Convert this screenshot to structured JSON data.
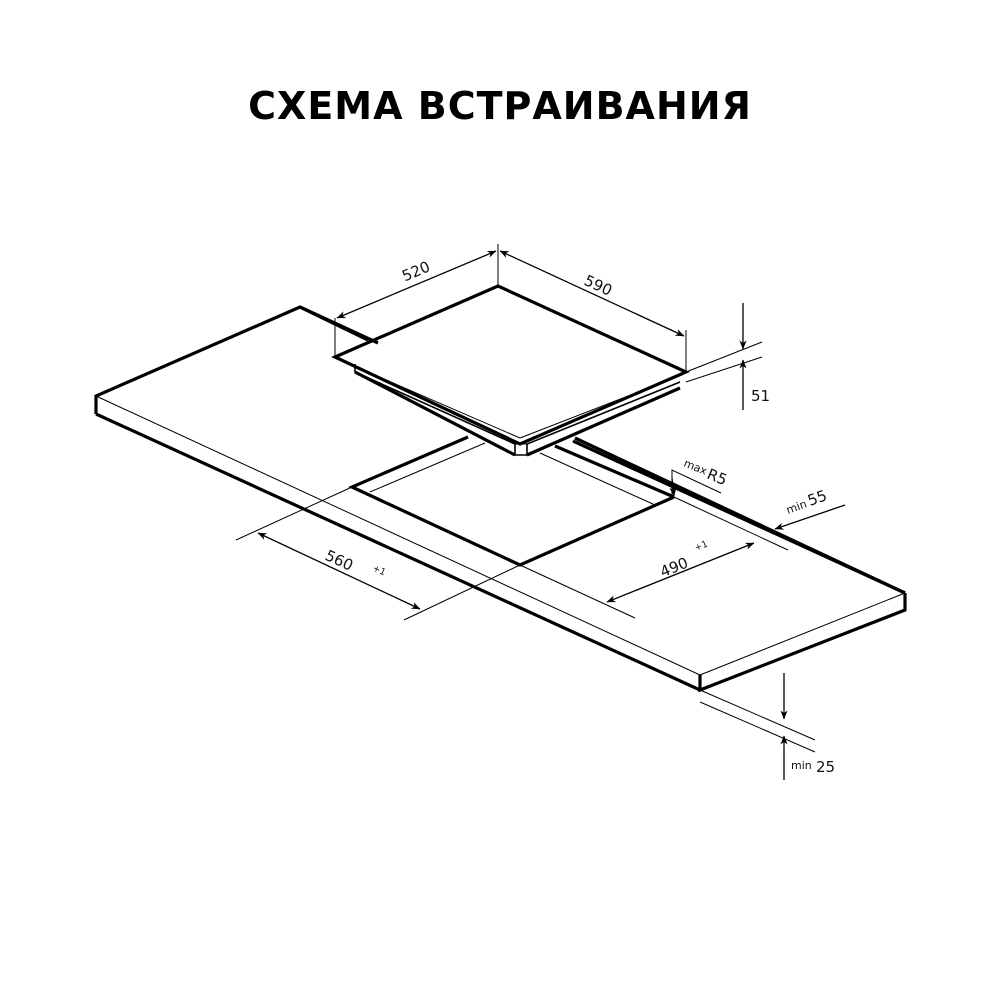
{
  "title": "СХЕМА ВСТРАИВАНИЯ",
  "dimensions": {
    "hob_depth": "520",
    "hob_width": "590",
    "hob_height": "51",
    "corner_radius_prefix": "max",
    "corner_radius": "R5",
    "edge_distance_prefix": "min",
    "edge_distance": "55",
    "cutout_width": "560",
    "cutout_width_tol": "+1",
    "cutout_depth": "490",
    "cutout_depth_tol": "+1",
    "countertop_thickness_prefix": "min",
    "countertop_thickness": "25"
  },
  "colors": {
    "line": "#000000",
    "background": "#ffffff"
  }
}
